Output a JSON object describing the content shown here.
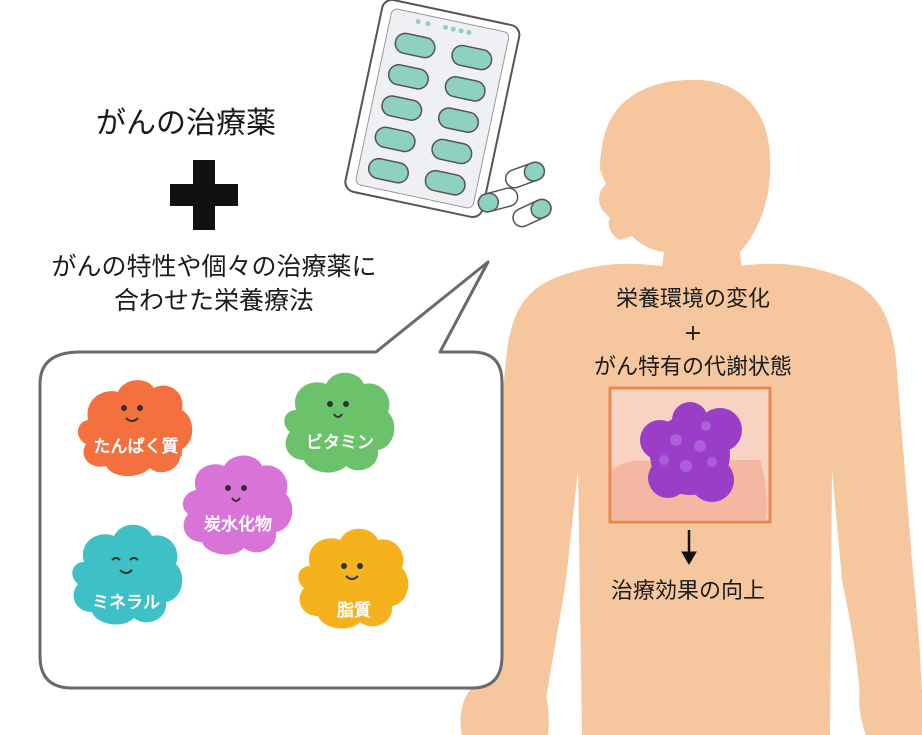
{
  "drug_label": "がんの治療薬",
  "plus_symbol": "+",
  "nutrition_therapy": {
    "line1": "がんの特性や個々の治療薬に",
    "line2": "合わせた栄養療法"
  },
  "nutrients": [
    {
      "label": "たんぱく質",
      "color": "#f4713f"
    },
    {
      "label": "ビタミン",
      "color": "#6cc26a"
    },
    {
      "label": "炭水化物",
      "color": "#d873d8"
    },
    {
      "label": "ミネラル",
      "color": "#3fc0c6"
    },
    {
      "label": "脂質",
      "color": "#f5b21d"
    }
  ],
  "body_text": {
    "line1": "栄養環境の変化",
    "line2": "+",
    "line3": "がん特有の代謝状態"
  },
  "result": "治療効果の向上",
  "colors": {
    "skin": "#f6c79e",
    "tumor": "#9a3ec8",
    "pill_cap": "#8fd1c0",
    "blister": "#eef0f3"
  }
}
